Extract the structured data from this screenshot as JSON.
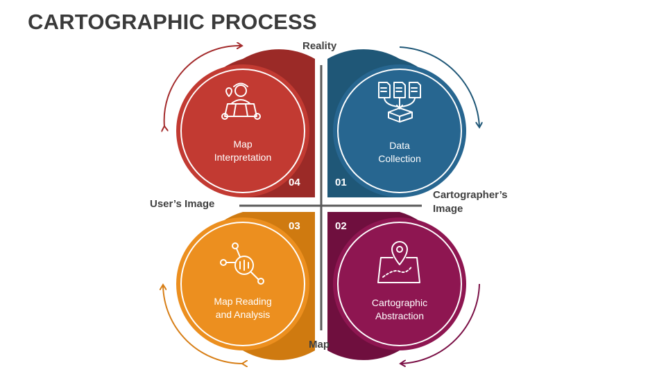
{
  "title": "CARTOGRAPHIC PROCESS",
  "axis_labels": {
    "top": "Reality",
    "bottom": "Map",
    "left": "User’s Image",
    "right": "Cartographer’s Image"
  },
  "stages": [
    {
      "number": "01",
      "line1": "Data",
      "line2": "Collection",
      "color": "#276690",
      "icon": "documents-to-box-icon"
    },
    {
      "number": "02",
      "line1": "Cartographic",
      "line2": "Abstraction",
      "color": "#8e1651",
      "icon": "map-pin-on-map-icon"
    },
    {
      "number": "03",
      "line1": "Map Reading",
      "line2": "and Analysis",
      "color": "#ec8f1f",
      "icon": "network-magnifier-icon"
    },
    {
      "number": "04",
      "line1": "Map",
      "line2": "Interpretation",
      "color": "#c23a32",
      "icon": "person-reading-map-icon"
    }
  ]
}
